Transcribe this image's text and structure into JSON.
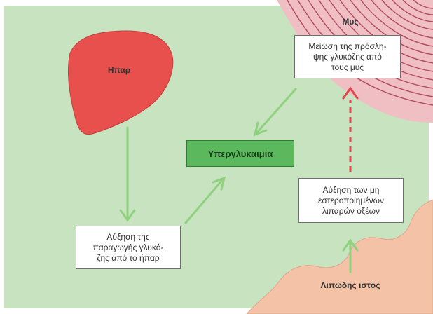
{
  "colors": {
    "background_green": "#c7e3bf",
    "border_white": "#ffffff",
    "liver_red": "#e8504d",
    "muscle_pink": "#f0bfc4",
    "muscle_lines": "#b04a63",
    "fat_peach": "#f4c2a6",
    "arrow_green": "#8fd17f",
    "arrow_red_dashed": "#e2474c",
    "center_box_green": "#5cb85c"
  },
  "labels": {
    "liver": "Ηπαρ",
    "muscle": "Μυς",
    "adipose": "Λιπώδης ιστός",
    "center": "Υπεργλυκαιμία",
    "muscle_box": "Μείωση της πρόσλη-\nψης γλυκόζης από\nτους μυς",
    "fatty_acids_box": "Αύξηση των μη\nεστεροποιημένων\nλιπαρών οξέων",
    "liver_box": "Αύξηση της\nπαραγωγής γλυκό-\nζης από το ήπαρ"
  }
}
